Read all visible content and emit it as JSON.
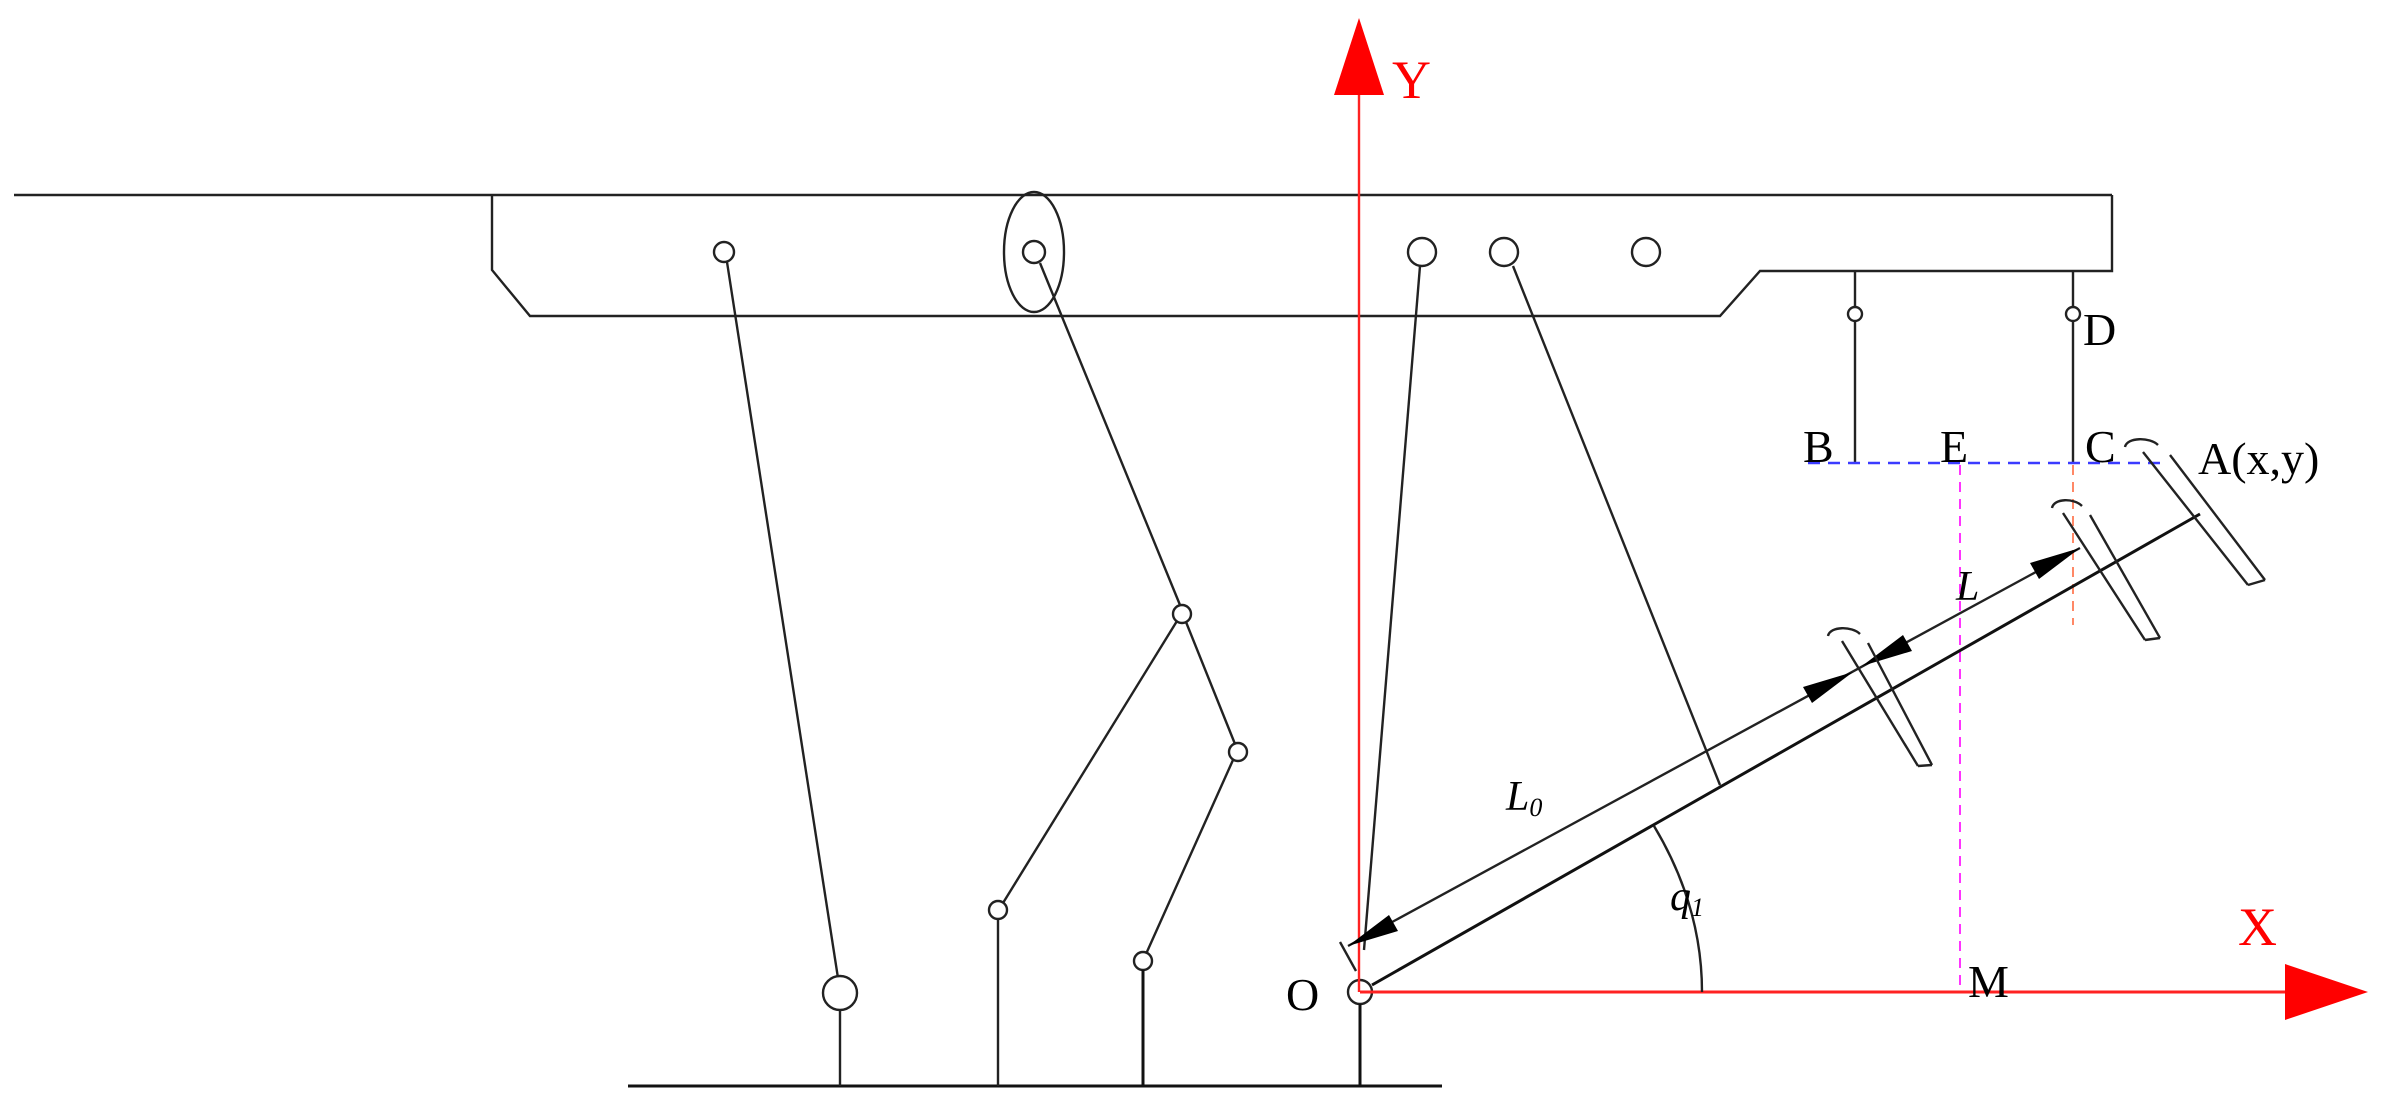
{
  "axes": {
    "x_label": "X",
    "y_label": "Y",
    "origin_label": "O"
  },
  "points": {
    "A": "A(x,y)",
    "B": "B",
    "C": "C",
    "D": "D",
    "E": "E",
    "M": "M"
  },
  "dimensions": {
    "L0_base": "L",
    "L0_sub": "0",
    "L": "L",
    "q1_base": "q",
    "q1_sub": "1"
  },
  "colors": {
    "axis": "#ff0000",
    "blue_dashed": "#3b3bff",
    "magenta_dashed": "#ff33ff",
    "orange_dashed": "#ff8866",
    "line": "#222222"
  }
}
